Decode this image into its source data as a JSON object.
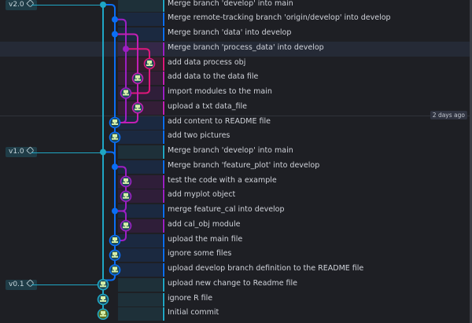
{
  "date_separator": "2 days ago",
  "colors": {
    "main": "#1fa6c4",
    "develop": "#0a6ef5",
    "purple": "#9c1fc4",
    "magenta": "#c41fb4",
    "pink": "#e0177a"
  },
  "commits": [
    {
      "message": "Merge branch 'develop' into main",
      "lane": 0,
      "merge": true,
      "tag": "v2.0"
    },
    {
      "message": "Merge remote-tracking branch 'origin/develop' into develop",
      "lane": 1,
      "merge": true
    },
    {
      "message": "Merge branch 'data' into develop",
      "lane": 1,
      "merge": true
    },
    {
      "message": "Merge branch 'process_data' into develop",
      "lane": 2,
      "merge": true,
      "selected": true
    },
    {
      "message": "add data process obj",
      "lane": 4
    },
    {
      "message": "add data to the data file",
      "lane": 3
    },
    {
      "message": "import modules to the main",
      "lane": 2
    },
    {
      "message": "upload a txt data_file",
      "lane": 3
    },
    {
      "message": "add content to README file",
      "lane": 1
    },
    {
      "message": "add two pictures",
      "lane": 1
    },
    {
      "message": "Merge branch 'develop' into main",
      "lane": 0,
      "merge": true,
      "tag": "v1.0"
    },
    {
      "message": "Merge branch 'feature_plot' into develop",
      "lane": 1,
      "merge": true
    },
    {
      "message": "test the code with a example",
      "lane": 2
    },
    {
      "message": "add myplot object",
      "lane": 2
    },
    {
      "message": "merge feature_cal into develop",
      "lane": 1,
      "merge": true
    },
    {
      "message": "add cal_obj module",
      "lane": 2
    },
    {
      "message": "upload the main file",
      "lane": 1
    },
    {
      "message": "ignore some files",
      "lane": 1
    },
    {
      "message": "upload develop branch definition to the README file",
      "lane": 1
    },
    {
      "message": "upload new change to Readme file",
      "lane": 0,
      "tag": "v0.1"
    },
    {
      "message": "ignore R file",
      "lane": 0
    },
    {
      "message": "Initial commit",
      "lane": 0,
      "initial": true
    }
  ]
}
